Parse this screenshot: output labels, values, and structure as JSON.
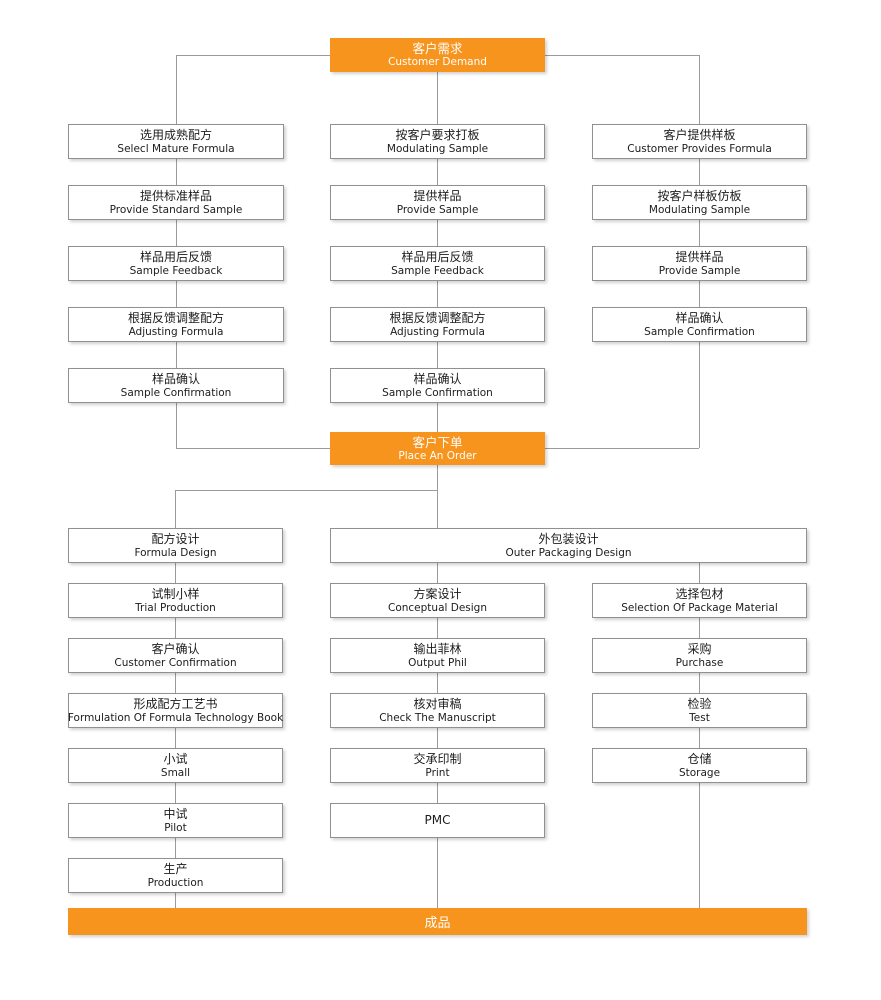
{
  "colors": {
    "accent": "#F7941D",
    "line": "#9B9B9B"
  },
  "start": {
    "zh": "客户需求",
    "en": "Customer Demand"
  },
  "order": {
    "zh": "客户下单",
    "en": "Place An Order"
  },
  "finish": {
    "zh": "成品"
  },
  "top_left": [
    {
      "zh": "选用成熟配方",
      "en": "Selecl Mature Formula"
    },
    {
      "zh": "提供标准样品",
      "en": "Provide Standard Sample"
    },
    {
      "zh": "样品用后反馈",
      "en": "Sample Feedback"
    },
    {
      "zh": "根据反馈调整配方",
      "en": "Adjusting Formula"
    },
    {
      "zh": "样品确认",
      "en": "Sample Confirmation"
    }
  ],
  "top_middle": [
    {
      "zh": "按客户要求打板",
      "en": "Modulating Sample"
    },
    {
      "zh": "提供样品",
      "en": "Provide Sample"
    },
    {
      "zh": "样品用后反馈",
      "en": "Sample Feedback"
    },
    {
      "zh": "根据反馈调整配方",
      "en": "Adjusting Formula"
    },
    {
      "zh": "样品确认",
      "en": "Sample Confirmation"
    }
  ],
  "top_right": [
    {
      "zh": "客户提供样板",
      "en": "Customer Provides Formula"
    },
    {
      "zh": "按客户样板仿板",
      "en": "Modulating Sample"
    },
    {
      "zh": "提供样品",
      "en": "Provide Sample"
    },
    {
      "zh": "样品确认",
      "en": "Sample Confirmation"
    }
  ],
  "packaging": {
    "zh": "外包装设计",
    "en": "Outer Packaging Design"
  },
  "bottom_left": [
    {
      "zh": "配方设计",
      "en": "Formula Design"
    },
    {
      "zh": "试制小样",
      "en": "Trial Production"
    },
    {
      "zh": "客户确认",
      "en": "Customer Confirmation"
    },
    {
      "zh": "形成配方工艺书",
      "en": "Formulation Of Formula Technology Book"
    },
    {
      "zh": "小试",
      "en": "Small"
    },
    {
      "zh": "中试",
      "en": "Pilot"
    },
    {
      "zh": "生产",
      "en": "Production"
    }
  ],
  "bottom_middle": [
    {
      "zh": "方案设计",
      "en": "Conceptual Design"
    },
    {
      "zh": "输出菲林",
      "en": "Output Phil"
    },
    {
      "zh": "核对审稿",
      "en": "Check The Manuscript"
    },
    {
      "zh": "交承印制",
      "en": "Print"
    },
    {
      "zh": "PMC",
      "en": ""
    }
  ],
  "bottom_right": [
    {
      "zh": "选择包材",
      "en": "Selection Of Package Material"
    },
    {
      "zh": "采购",
      "en": "Purchase"
    },
    {
      "zh": "检验",
      "en": "Test"
    },
    {
      "zh": "仓储",
      "en": "Storage"
    }
  ]
}
